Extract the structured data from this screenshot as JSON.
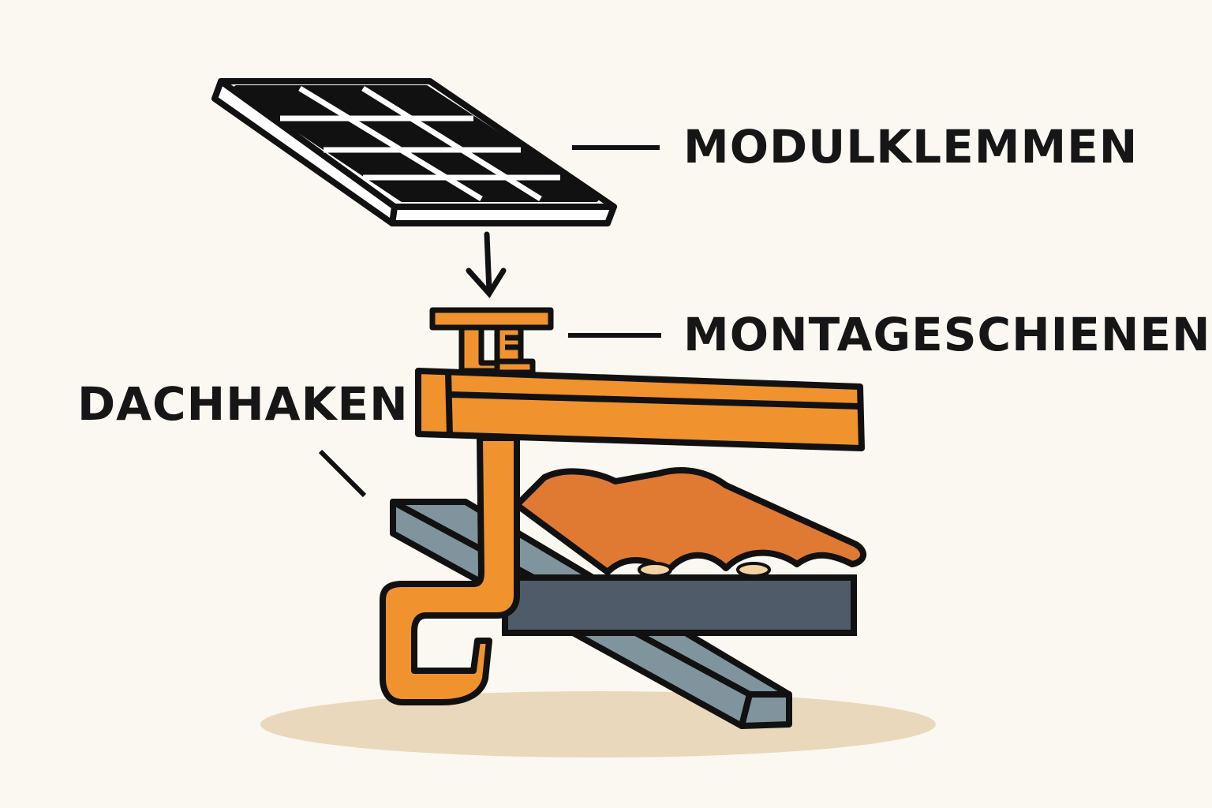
{
  "labels": {
    "module_clamps": "MODULKLEMMEN",
    "mounting_rails": "MONTAGESCHIENEN",
    "roof_hook": "DACHHAKEN"
  },
  "colors": {
    "background": "#fbf8f1",
    "orange": "#f0922e",
    "tile": "#e07a32",
    "rafter": "#7f949c",
    "batten": "#4f5b68",
    "outline": "#111111",
    "shadow": "#ead8bd"
  }
}
